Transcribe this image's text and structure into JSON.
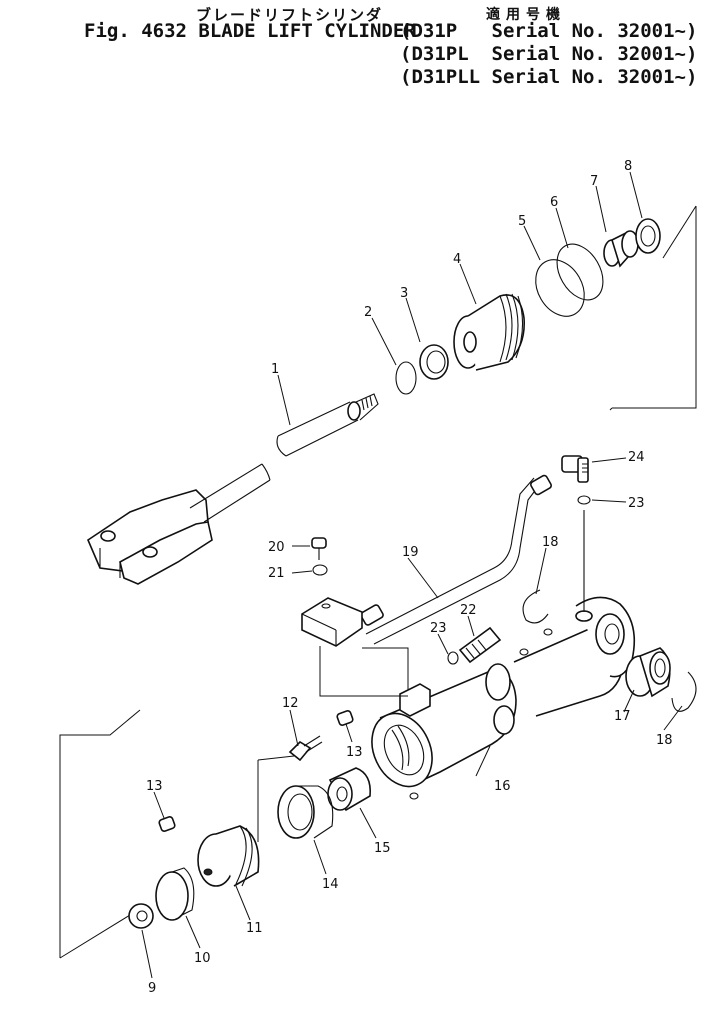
{
  "header": {
    "japanese_title": "ブレードリフトシリンダ",
    "applicable_models_label": "適用号機",
    "figure_title": "Fig. 4632 BLADE LIFT CYLINDER",
    "serials": [
      "(D31P   Serial No. 32001~)",
      "(D31PL  Serial No. 32001~)",
      "(D31PLL Serial No. 32001~)"
    ]
  },
  "callouts": [
    "1",
    "2",
    "3",
    "4",
    "5",
    "6",
    "7",
    "8",
    "9",
    "10",
    "11",
    "12",
    "13",
    "13",
    "14",
    "15",
    "16",
    "17",
    "18",
    "18",
    "19",
    "20",
    "21",
    "22",
    "23",
    "23",
    "24"
  ],
  "colors": {
    "ink": "#111111",
    "paper": "#ffffff"
  }
}
